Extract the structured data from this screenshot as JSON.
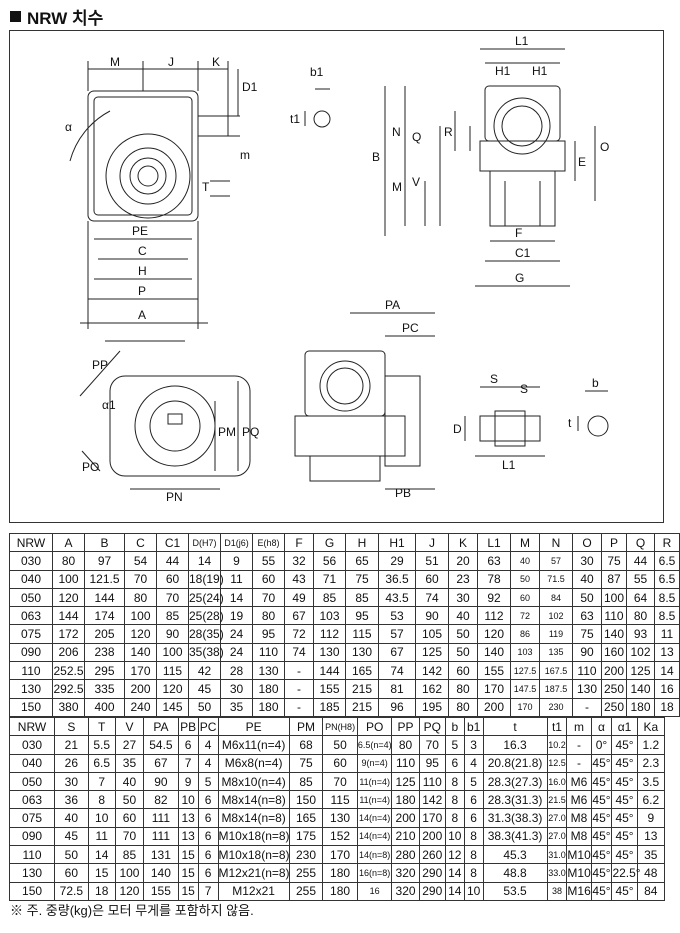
{
  "title": "NRW 치수",
  "drawing_labels": {
    "m": "M",
    "j": "J",
    "k": "K",
    "d1": "D1",
    "alpha": "α",
    "m_small": "m",
    "t": "T",
    "pe": "PE",
    "c": "C",
    "h": "H",
    "p": "P",
    "a": "A",
    "b1": "b1",
    "t1": "t1",
    "l1": "L1",
    "h1a": "H1",
    "h1b": "H1",
    "b": "B",
    "n": "N",
    "q": "Q",
    "r": "R",
    "mv": "M",
    "v": "V",
    "e": "E",
    "o": "O",
    "f": "F",
    "c1": "C1",
    "g": "G",
    "pa": "PA",
    "pc": "PC",
    "pb": "PB",
    "pp": "PP",
    "alpha1": "α1",
    "pm": "PM",
    "pq": "PQ",
    "po": "PO",
    "pn": "PN",
    "s1": "S",
    "s2": "S",
    "d": "D",
    "l1b": "L1",
    "b_key": "b",
    "t_key": "t"
  },
  "table1": {
    "headers": [
      "NRW",
      "A",
      "B",
      "C",
      "C1",
      "D(H7)",
      "D1(j6)",
      "E(h8)",
      "F",
      "G",
      "H",
      "H1",
      "J",
      "K",
      "L1",
      "M",
      "N",
      "O",
      "P",
      "Q",
      "R"
    ],
    "rows": [
      [
        "030",
        "80",
        "97",
        "54",
        "44",
        "14",
        "9",
        "55",
        "32",
        "56",
        "65",
        "29",
        "51",
        "20",
        "63",
        "40",
        "57",
        "30",
        "75",
        "44",
        "6.5"
      ],
      [
        "040",
        "100",
        "121.5",
        "70",
        "60",
        "18(19)",
        "11",
        "60",
        "43",
        "71",
        "75",
        "36.5",
        "60",
        "23",
        "78",
        "50",
        "71.5",
        "40",
        "87",
        "55",
        "6.5"
      ],
      [
        "050",
        "120",
        "144",
        "80",
        "70",
        "25(24)",
        "14",
        "70",
        "49",
        "85",
        "85",
        "43.5",
        "74",
        "30",
        "92",
        "60",
        "84",
        "50",
        "100",
        "64",
        "8.5"
      ],
      [
        "063",
        "144",
        "174",
        "100",
        "85",
        "25(28)",
        "19",
        "80",
        "67",
        "103",
        "95",
        "53",
        "90",
        "40",
        "112",
        "72",
        "102",
        "63",
        "110",
        "80",
        "8.5"
      ],
      [
        "075",
        "172",
        "205",
        "120",
        "90",
        "28(35)",
        "24",
        "95",
        "72",
        "112",
        "115",
        "57",
        "105",
        "50",
        "120",
        "86",
        "119",
        "75",
        "140",
        "93",
        "11"
      ],
      [
        "090",
        "206",
        "238",
        "140",
        "100",
        "35(38)",
        "24",
        "110",
        "74",
        "130",
        "130",
        "67",
        "125",
        "50",
        "140",
        "103",
        "135",
        "90",
        "160",
        "102",
        "13"
      ],
      [
        "110",
        "252.5",
        "295",
        "170",
        "115",
        "42",
        "28",
        "130",
        "-",
        "144",
        "165",
        "74",
        "142",
        "60",
        "155",
        "127.5",
        "167.5",
        "110",
        "200",
        "125",
        "14"
      ],
      [
        "130",
        "292.5",
        "335",
        "200",
        "120",
        "45",
        "30",
        "180",
        "-",
        "155",
        "215",
        "81",
        "162",
        "80",
        "170",
        "147.5",
        "187.5",
        "130",
        "250",
        "140",
        "16"
      ],
      [
        "150",
        "380",
        "400",
        "240",
        "145",
        "50",
        "35",
        "180",
        "-",
        "185",
        "215",
        "96",
        "195",
        "80",
        "200",
        "170",
        "230",
        "-",
        "250",
        "180",
        "18"
      ]
    ]
  },
  "table2": {
    "headers": [
      "NRW",
      "S",
      "T",
      "V",
      "PA",
      "PB",
      "PC",
      "PE",
      "PM",
      "PN(H8)",
      "PO",
      "PP",
      "PQ",
      "b",
      "b1",
      "t",
      "t1",
      "m",
      "α",
      "α1",
      "Ka"
    ],
    "rows": [
      [
        "030",
        "21",
        "5.5",
        "27",
        "54.5",
        "6",
        "4",
        "M6x11(n=4)",
        "68",
        "50",
        "6.5(n=4)",
        "80",
        "70",
        "5",
        "3",
        "16.3",
        "10.2",
        "-",
        "0°",
        "45°",
        "1.2"
      ],
      [
        "040",
        "26",
        "6.5",
        "35",
        "67",
        "7",
        "4",
        "M6x8(n=4)",
        "75",
        "60",
        "9(n=4)",
        "110",
        "95",
        "6",
        "4",
        "20.8(21.8)",
        "12.5",
        "-",
        "45°",
        "45°",
        "2.3"
      ],
      [
        "050",
        "30",
        "7",
        "40",
        "90",
        "9",
        "5",
        "M8x10(n=4)",
        "85",
        "70",
        "11(n=4)",
        "125",
        "110",
        "8",
        "5",
        "28.3(27.3)",
        "16.0",
        "M6",
        "45°",
        "45°",
        "3.5"
      ],
      [
        "063",
        "36",
        "8",
        "50",
        "82",
        "10",
        "6",
        "M8x14(n=8)",
        "150",
        "115",
        "11(n=4)",
        "180",
        "142",
        "8",
        "6",
        "28.3(31.3)",
        "21.5",
        "M6",
        "45°",
        "45°",
        "6.2"
      ],
      [
        "075",
        "40",
        "10",
        "60",
        "111",
        "13",
        "6",
        "M8x14(n=8)",
        "165",
        "130",
        "14(n=4)",
        "200",
        "170",
        "8",
        "6",
        "31.3(38.3)",
        "27.0",
        "M8",
        "45°",
        "45°",
        "9"
      ],
      [
        "090",
        "45",
        "11",
        "70",
        "111",
        "13",
        "6",
        "M10x18(n=8)",
        "175",
        "152",
        "14(n=4)",
        "210",
        "200",
        "10",
        "8",
        "38.3(41.3)",
        "27.0",
        "M8",
        "45°",
        "45°",
        "13"
      ],
      [
        "110",
        "50",
        "14",
        "85",
        "131",
        "15",
        "6",
        "M10x18(n=8)",
        "230",
        "170",
        "14(n=8)",
        "280",
        "260",
        "12",
        "8",
        "45.3",
        "31.0",
        "M10",
        "45°",
        "45°",
        "35"
      ],
      [
        "130",
        "60",
        "15",
        "100",
        "140",
        "15",
        "6",
        "M12x21(n=8)",
        "255",
        "180",
        "16(n=8)",
        "320",
        "290",
        "14",
        "8",
        "48.8",
        "33.0",
        "M10",
        "45°",
        "22.5°",
        "48"
      ],
      [
        "150",
        "72.5",
        "18",
        "120",
        "155",
        "15",
        "7",
        "M12x21",
        "255",
        "180",
        "16",
        "320",
        "290",
        "14",
        "10",
        "53.5",
        "38",
        "M16",
        "45°",
        "45°",
        "84"
      ]
    ]
  },
  "small_cells_t1": [
    15,
    16
  ],
  "small_cells_t2": [
    10,
    16
  ],
  "note": "※ 주. 중량(kg)은 모터 무게를 포함하지 않음."
}
